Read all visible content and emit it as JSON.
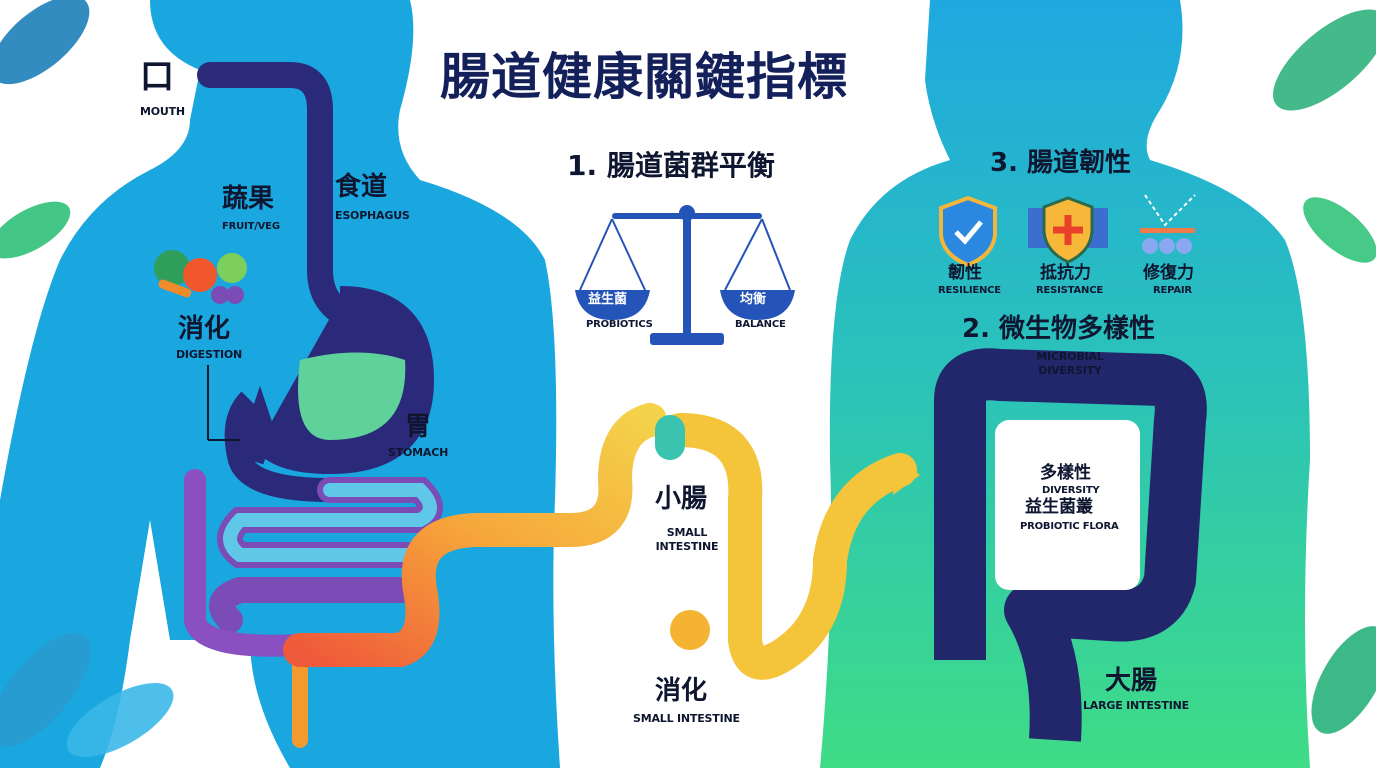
{
  "title": "腸道健康關鍵指標",
  "colors": {
    "title": "#13205a",
    "body_left": "#1aa6df",
    "body_right_top": "#1fa8e0",
    "body_right_bottom": "#3fdc86",
    "gut_outline": "#2b2a7a"
  },
  "left_body": {
    "mouth": {
      "zh": "口",
      "en": "MOUTH"
    },
    "fruit_veg": {
      "zh": "蔬果",
      "en": "FRUIT/VEG"
    },
    "esophagus": {
      "zh": "食道",
      "en": "ESOPHAGUS"
    },
    "digestion": {
      "zh": "消化",
      "en": "DIGESTION"
    },
    "stomach": {
      "zh": "胃",
      "en": "STOMACH"
    }
  },
  "section1": {
    "title": "1. 腸道菌群平衡",
    "left_pan": {
      "zh": "益生菌",
      "en": "PROBIOTICS"
    },
    "right_pan": {
      "zh": "均衡",
      "en": "BALANCE"
    }
  },
  "small_intestine": {
    "label": {
      "zh": "小腸",
      "en": "SMALL INTESTINE"
    },
    "digestion": {
      "zh": "消化",
      "en": "SMALL INTESTINE"
    }
  },
  "section3": {
    "title": "3. 腸道韌性",
    "items": [
      {
        "zh": "韌性",
        "en": "RESILIENCE",
        "icon": "shield-check-icon"
      },
      {
        "zh": "抵抗力",
        "en": "RESISTANCE",
        "icon": "shield-wall-icon"
      },
      {
        "zh": "修復力",
        "en": "REPAIR",
        "icon": "repair-icon"
      }
    ]
  },
  "section2": {
    "title": "2. 微生物多樣性",
    "subtitle": "MICROBIAL DIVERSITY",
    "diversity": {
      "zh": "多樣性",
      "en": "DIVERSITY"
    },
    "flora": {
      "zh": "益生菌叢",
      "en": "PROBIOTIC FLORA"
    },
    "large_intestine": {
      "zh": "大腸",
      "en": "LARGE INTESTINE"
    }
  }
}
